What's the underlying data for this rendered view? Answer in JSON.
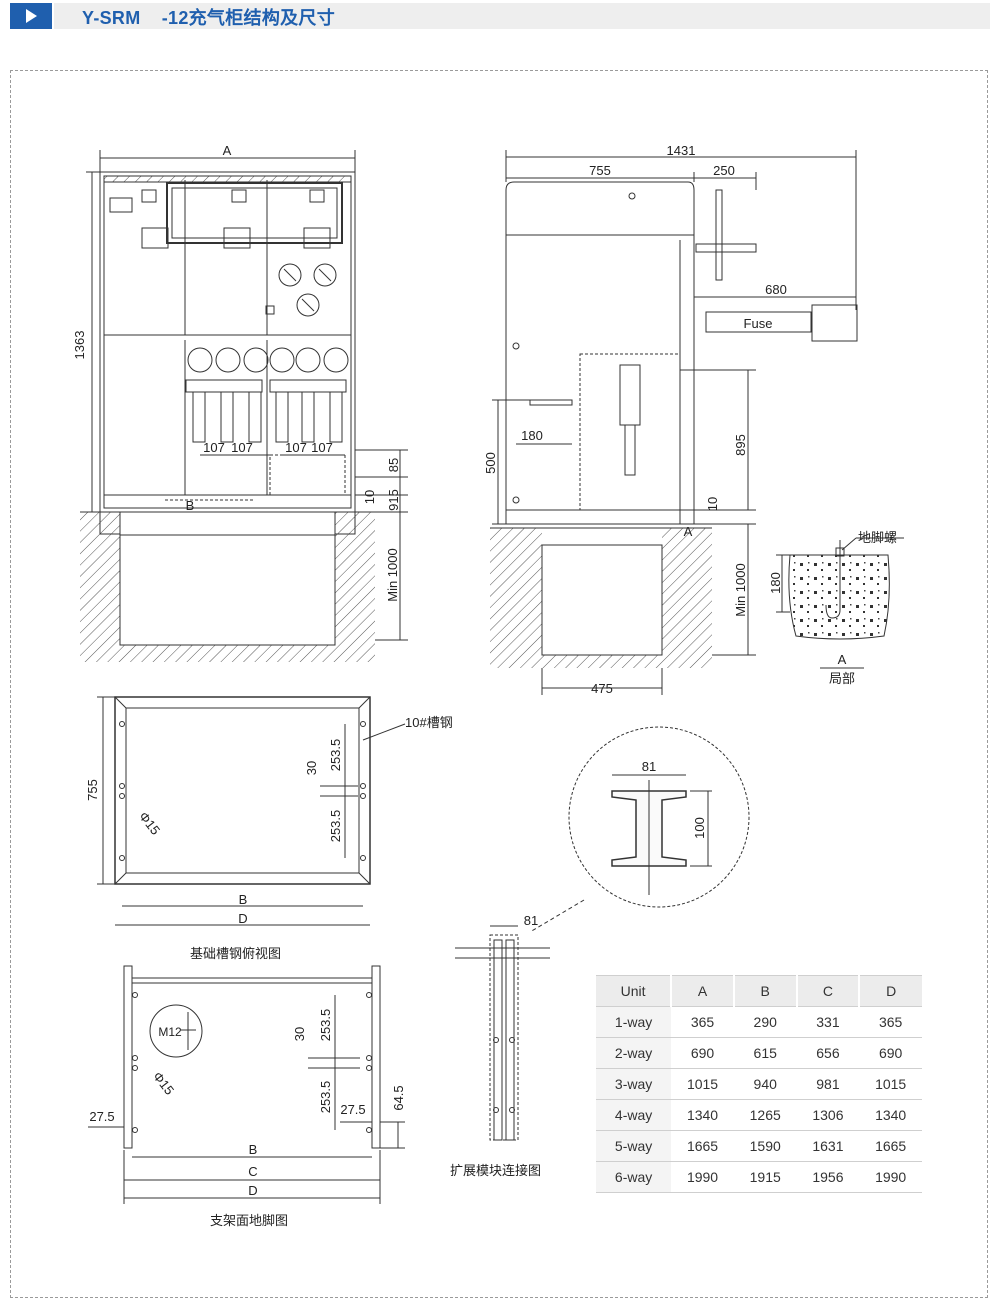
{
  "header": {
    "title": "Y-SRM    -12充气柜结构及尺寸"
  },
  "front_view": {
    "dim_width": "A",
    "dim_height": "1363",
    "dim_pitch_1": "107",
    "dim_pitch_2": "107",
    "dim_pitch_3": "107",
    "dim_pitch_4": "107",
    "dim_85": "85",
    "dim_10": "10",
    "dim_915": "915",
    "dim_min1000": "Min 1000",
    "label_b": "B"
  },
  "side_view": {
    "dim_total": "1431",
    "dim_755": "755",
    "dim_250": "250",
    "dim_680": "680",
    "fuse_label": "Fuse",
    "dim_895": "895",
    "dim_500": "500",
    "dim_180": "180",
    "dim_10": "10",
    "dim_min1000": "Min 1000",
    "dim_475": "475",
    "section_mark": "A"
  },
  "detail_a": {
    "bolt_label": "地脚螺",
    "dim_180": "180",
    "mark": "A",
    "caption": "局部"
  },
  "top_view": {
    "channel_label": "10#槽钢",
    "dim_755": "755",
    "dim_2535_top": "253.5",
    "dim_30": "30",
    "dim_2535_bottom": "253.5",
    "hole": "Φ15",
    "dim_b": "B",
    "dim_d": "D",
    "caption": "基础槽钢俯视图"
  },
  "beam_detail": {
    "dim_81": "81",
    "dim_100": "100"
  },
  "expansion": {
    "dim_81": "81",
    "caption": "扩展模块连接图"
  },
  "footing": {
    "bolt": "M12",
    "dim_2535_top": "253.5",
    "dim_30": "30",
    "hole": "Φ15",
    "dim_2535_bottom": "253.5",
    "dim_275_right": "27.5",
    "dim_645": "64.5",
    "dim_275_left": "27.5",
    "dim_b": "B",
    "dim_c": "C",
    "dim_d": "D",
    "caption": "支架面地脚图"
  },
  "table": {
    "headers": [
      "Unit",
      "A",
      "B",
      "C",
      "D"
    ],
    "rows": [
      [
        "1-way",
        "365",
        "290",
        "331",
        "365"
      ],
      [
        "2-way",
        "690",
        "615",
        "656",
        "690"
      ],
      [
        "3-way",
        "1015",
        "940",
        "981",
        "1015"
      ],
      [
        "4-way",
        "1340",
        "1265",
        "1306",
        "1340"
      ],
      [
        "5-way",
        "1665",
        "1590",
        "1631",
        "1665"
      ],
      [
        "6-way",
        "1990",
        "1915",
        "1956",
        "1990"
      ]
    ]
  }
}
